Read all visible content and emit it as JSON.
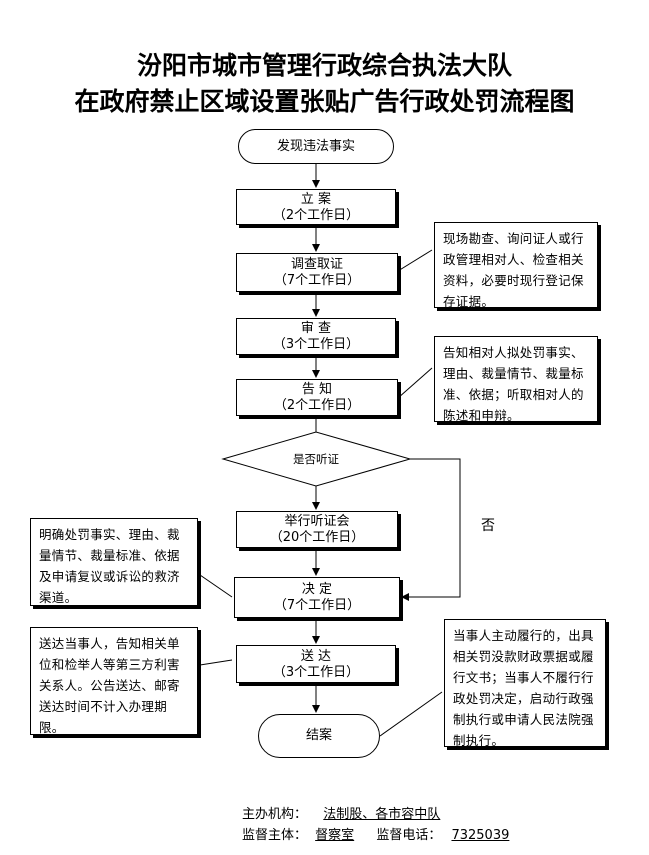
{
  "title": {
    "line1": "汾阳市城市管理行政综合执法大队",
    "line2": "在政府禁止区域设置张贴广告行政处罚流程图"
  },
  "steps": {
    "start": "发现违法事实",
    "lian": {
      "name": "立  案",
      "days": "（2个工作日）"
    },
    "diaocha": {
      "name": "调查取证",
      "days": "（7个工作日）"
    },
    "shencha": {
      "name": "审  查",
      "days": "（3个工作日）"
    },
    "gaozhi": {
      "name": "告  知",
      "days": "（2个工作日）"
    },
    "decision": "是否听证",
    "tingzheng": {
      "name": "举行听证会",
      "days": "（20个工作日）"
    },
    "jueding": {
      "name": "决  定",
      "days": "（7个工作日）"
    },
    "songda": {
      "name": "送  达",
      "days": "（3个工作日）"
    },
    "end": "结案"
  },
  "branch_label": "否",
  "notes": {
    "diaocha": "现场勘查、询问证人或行政管理相对人、检查相关资料，必要时现行登记保存证据。",
    "gaozhi": "告知相对人拟处罚事实、理由、裁量情节、裁量标准、依据；听取相对人的陈述和申辩。",
    "jueding": "明确处罚事实、理由、裁量情节、裁量标准、依据及申请复议或诉讼的救济渠道。",
    "songda": "送达当事人，告知相关单位和检举人等第三方利害关系人。公告送达、邮寄送达时间不计入办理期限。",
    "end": "当事人主动履行的，出具相关罚没款财政票据或履行文书；当事人不履行行政处罚决定，启动行政强制执行或申请人民法院强制执行。"
  },
  "footer": {
    "host_label": "主办机构：",
    "host_value": "法制股、各市容中队",
    "supervisor_label": "监督主体：",
    "supervisor_value": "督察室",
    "phone_label": "监督电话：",
    "phone_value": "7325039"
  }
}
